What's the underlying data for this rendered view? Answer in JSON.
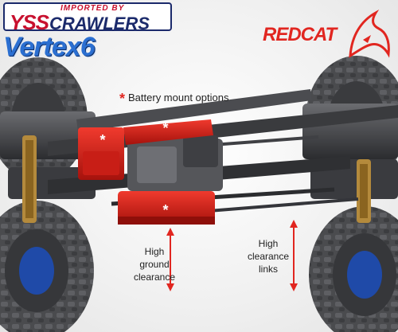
{
  "logos": {
    "yss_top": "IMPORTED BY",
    "yss_main": "YSS",
    "yss_sub": "CRAWLERS",
    "vertex": "Vertex6",
    "redcat": "REDCAT"
  },
  "labels": {
    "battery": "Battery mount options",
    "ground_line1": "High",
    "ground_line2": "ground",
    "ground_line3": "clearance",
    "links_line1": "High",
    "links_line2": "clearance",
    "links_line3": "links"
  },
  "icons": [
    "asterisk-icon",
    "arrow-up-icon",
    "arrow-down-icon",
    "redcat-emblem-icon"
  ],
  "colors": {
    "accent_red": "#e12620",
    "yss_red": "#c8102e",
    "yss_navy": "#1b2a6b",
    "vertex_blue": "#2b6fd1",
    "chassis_dark": "#2f3033",
    "tire": "#4a4b4e"
  }
}
